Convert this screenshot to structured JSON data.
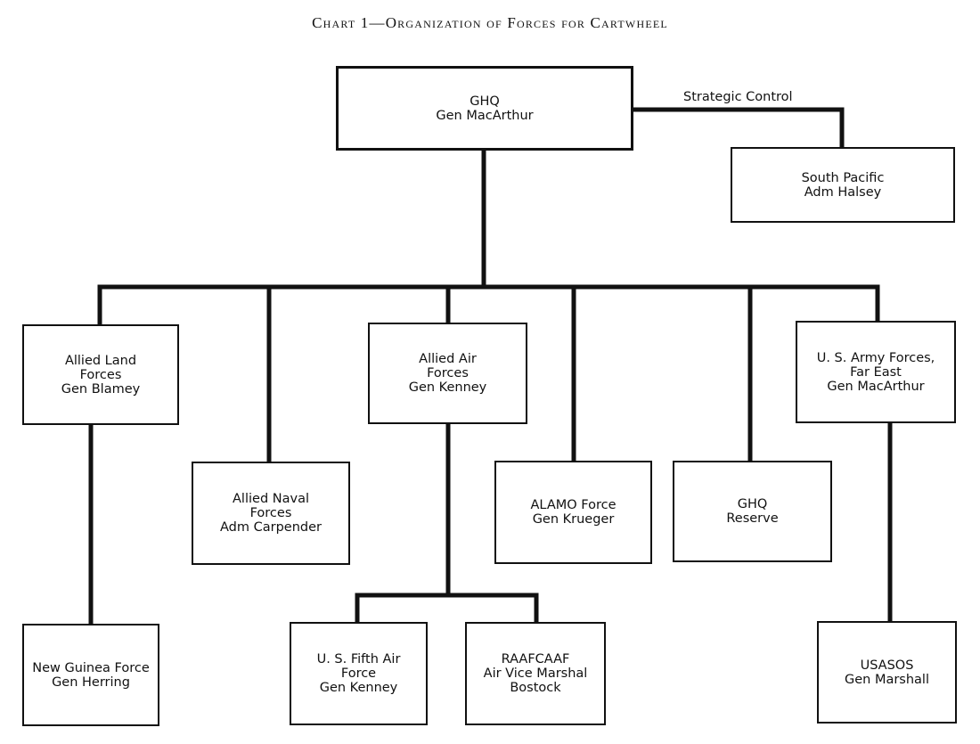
{
  "title": "Chart 1—Organization of Forces for Cartwheel",
  "edge_label": "Strategic Control",
  "nodes": {
    "ghq": [
      "GHQ",
      "Gen MacArthur"
    ],
    "south_pacific": [
      "South Pacific",
      "Adm Halsey"
    ],
    "allied_land": [
      "Allied Land",
      "Forces",
      "Gen Blamey"
    ],
    "allied_naval": [
      "Allied Naval",
      "Forces",
      "Adm Carpender"
    ],
    "allied_air": [
      "Allied Air",
      "Forces",
      "Gen Kenney"
    ],
    "alamo": [
      "ALAMO Force",
      "Gen Krueger"
    ],
    "ghq_reserve": [
      "GHQ",
      "Reserve"
    ],
    "usaffe": [
      "U. S. Army Forces,",
      "Far East",
      "Gen MacArthur"
    ],
    "new_guinea": [
      "New Guinea Force",
      "Gen Herring"
    ],
    "fifth_air": [
      "U. S. Fifth Air",
      "Force",
      "Gen Kenney"
    ],
    "raafcaaf": [
      "RAAFCAAF",
      "Air Vice Marshal",
      "Bostock"
    ],
    "usasos": [
      "USASOS",
      "Gen Marshall"
    ]
  },
  "edges": [
    {
      "from": "ghq",
      "to": "south_pacific",
      "label": "Strategic Control"
    },
    {
      "from": "ghq",
      "to": "allied_land"
    },
    {
      "from": "ghq",
      "to": "allied_naval"
    },
    {
      "from": "ghq",
      "to": "allied_air"
    },
    {
      "from": "ghq",
      "to": "alamo"
    },
    {
      "from": "ghq",
      "to": "ghq_reserve"
    },
    {
      "from": "ghq",
      "to": "usaffe"
    },
    {
      "from": "allied_land",
      "to": "new_guinea"
    },
    {
      "from": "allied_air",
      "to": "fifth_air"
    },
    {
      "from": "allied_air",
      "to": "raafcaaf"
    },
    {
      "from": "usaffe",
      "to": "usasos"
    }
  ]
}
